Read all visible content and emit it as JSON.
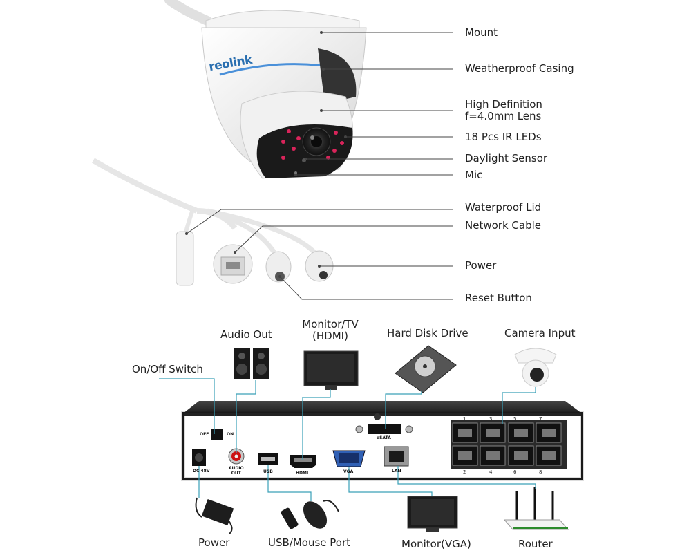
{
  "brand": "reolink",
  "camera": {
    "callouts": {
      "mount": "Mount",
      "weatherproof_casing": "Weatherproof Casing",
      "lens": "High Definition\nf=4.0mm Lens",
      "ir_leds": "18 Pcs IR LEDs",
      "daylight_sensor": "Daylight Sensor",
      "mic": "Mic",
      "waterproof_lid": "Waterproof Lid",
      "network_cable": "Network Cable",
      "power": "Power",
      "reset_button": "Reset Button"
    }
  },
  "nvr": {
    "callouts": {
      "audio_out": "Audio Out",
      "monitor_tv": "Monitor/TV\n(HDMI)",
      "hard_disk_drive": "Hard Disk Drive",
      "camera_input": "Camera Input",
      "on_off_switch": "On/Off Switch",
      "power": "Power",
      "usb_mouse_port": "USB/Mouse Port",
      "monitor_vga": "Monitor(VGA)",
      "router": "Router"
    },
    "panel_labels": {
      "off": "OFF",
      "on": "ON",
      "dc": "DC 48V",
      "audio_out": "AUDIO\nOUT",
      "usb": "USB",
      "hdmi": "HDMI",
      "vga": "VGA",
      "lan": "LAN",
      "esata": "eSATA"
    },
    "ports_top": [
      "1",
      "3",
      "5",
      "7"
    ],
    "ports_bottom": [
      "2",
      "4",
      "6",
      "8"
    ]
  }
}
